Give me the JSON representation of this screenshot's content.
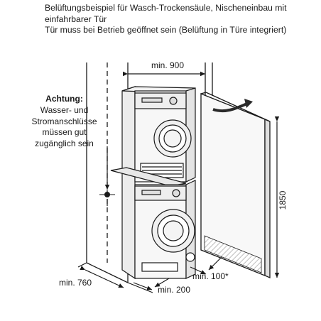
{
  "header": {
    "line1": "Belüftungsbeispiel für Wasch-Trockensäule, Nischeneinbau mit",
    "line2": "einfahrbarer Tür",
    "line3": "Tür muss bei Betrieb geöffnet sein (Belüftung in Türe integriert)"
  },
  "note": {
    "title": "Achtung:",
    "line1": "Wasser- und",
    "line2": "Stromanschlüsse",
    "line3": "müssen gut",
    "line4": "zugänglich sein"
  },
  "dimensions": {
    "width_top": "min. 900",
    "height_right": "1850",
    "depth_left": "min. 760",
    "gap_bottom": "min. 200",
    "vent_gap": "min. 100*"
  },
  "colors": {
    "line": "#1a1a1a",
    "shade": "#d4d4d4",
    "shade_dark": "#b0b0b0",
    "arrow": "#2a2a2a"
  }
}
